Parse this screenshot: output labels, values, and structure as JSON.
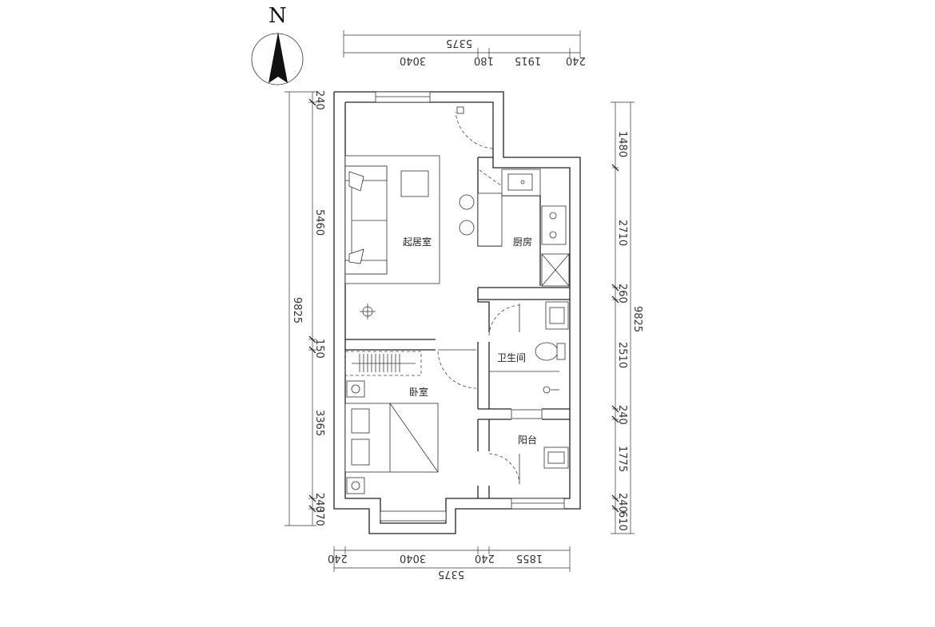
{
  "compass": {
    "label": "N"
  },
  "rooms": {
    "living": "起居室",
    "kitchen": "厨房",
    "bathroom": "卫生间",
    "bedroom": "卧室",
    "balcony": "阳台"
  },
  "dims": {
    "top_total": "5375",
    "top_1": "3040",
    "top_2": "180",
    "top_3": "1915",
    "top_4": "240",
    "bottom_1": "240",
    "bottom_2": "3040",
    "bottom_3": "240",
    "bottom_4": "1855",
    "bottom_total": "5375",
    "left_total": "9825",
    "left_1": "240",
    "left_2": "5460",
    "left_3": "150",
    "left_4": "3365",
    "left_5": "240",
    "left_6": "370",
    "right_total": "9825",
    "right_1": "1480",
    "right_2": "2710",
    "right_3": "260",
    "right_4": "2510",
    "right_5": "240",
    "right_6": "1775",
    "right_7": "240",
    "right_8": "610"
  },
  "colors": {
    "line": "#222222",
    "background": "#ffffff"
  }
}
